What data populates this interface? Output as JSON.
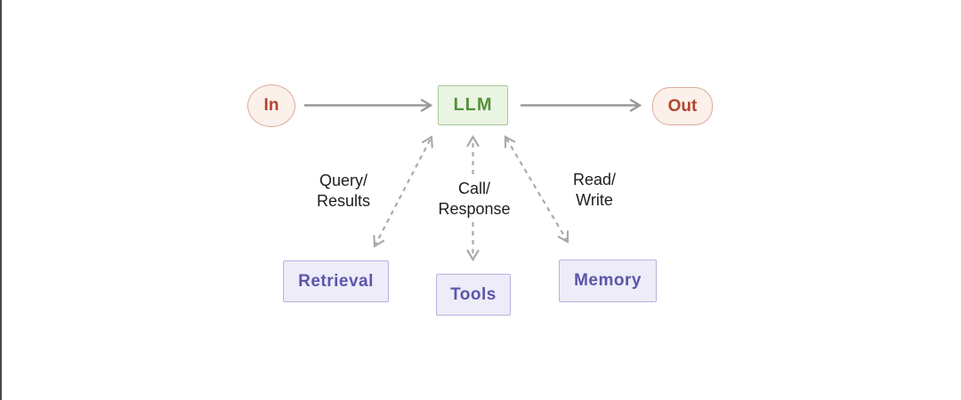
{
  "diagram": {
    "nodes": {
      "input": {
        "label": "In"
      },
      "llm": {
        "label": "LLM"
      },
      "output": {
        "label": "Out"
      },
      "retrieval": {
        "label": "Retrieval"
      },
      "tools": {
        "label": "Tools"
      },
      "memory": {
        "label": "Memory"
      }
    },
    "edge_labels": {
      "retrieval": {
        "line1": "Query/",
        "line2": "Results"
      },
      "tools": {
        "line1": "Call/",
        "line2": "Response"
      },
      "memory": {
        "line1": "Read/",
        "line2": "Write"
      }
    },
    "colors": {
      "pink_bg": "#fcf0ea",
      "pink_border": "#dcab9b",
      "pink_text": "#b1462f",
      "green_bg": "#eaf4e2",
      "green_border": "#a8c897",
      "green_text": "#55913c",
      "purple_bg": "#edecf8",
      "purple_border": "#b7b2df",
      "purple_text": "#5c55aa",
      "solid_arrow": "#999999",
      "dashed_arrow": "#aaaaaa",
      "label_text": "#1d1d1f",
      "edge_bar": "#4a4a4a"
    }
  }
}
